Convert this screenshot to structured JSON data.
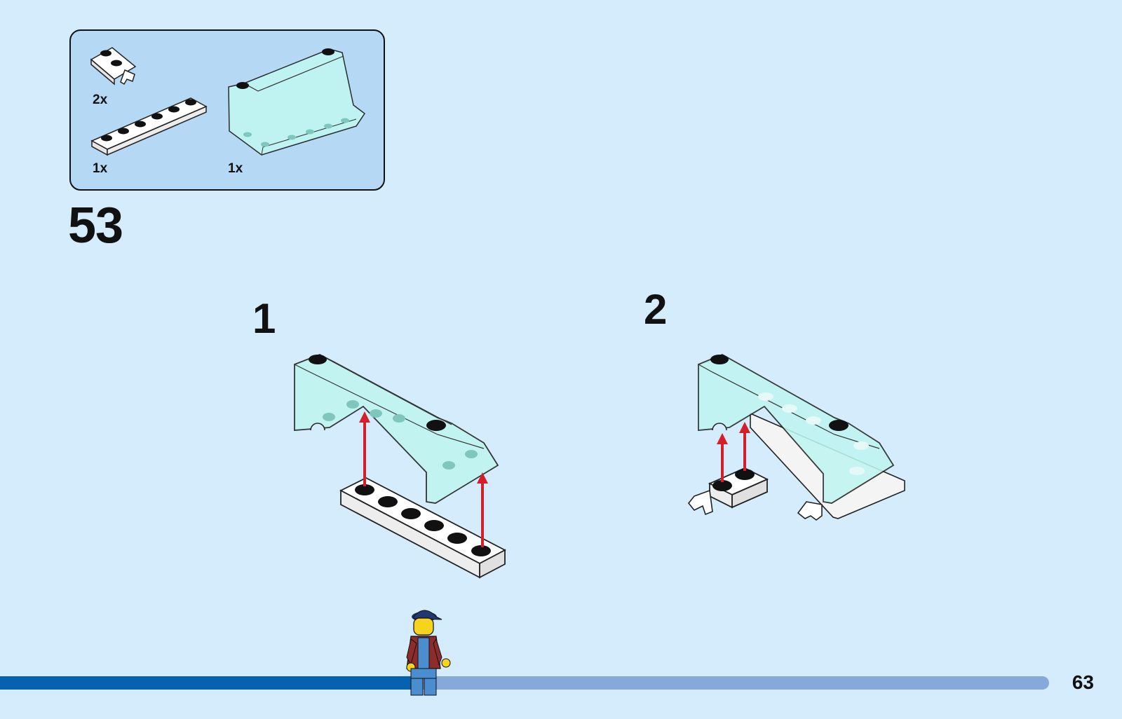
{
  "parts_list": {
    "items": [
      {
        "part": "plate-1x2-with-clip",
        "quantity": "2x"
      },
      {
        "part": "plate-1x6",
        "quantity": "1x"
      },
      {
        "part": "windscreen-transparent-light-blue",
        "quantity": "1x"
      }
    ]
  },
  "step": {
    "number": "53"
  },
  "sub_steps": [
    {
      "label": "1"
    },
    {
      "label": "2"
    }
  ],
  "footer": {
    "page_number": "63",
    "progress": 0.4
  },
  "colors": {
    "background": "#d4ecfb",
    "parts_box": "#b5d9f5",
    "progress_fill": "#0761b0",
    "progress_track": "#85a9da",
    "arrow": "#d4202a",
    "trans_light_blue": "#aeeeea"
  }
}
